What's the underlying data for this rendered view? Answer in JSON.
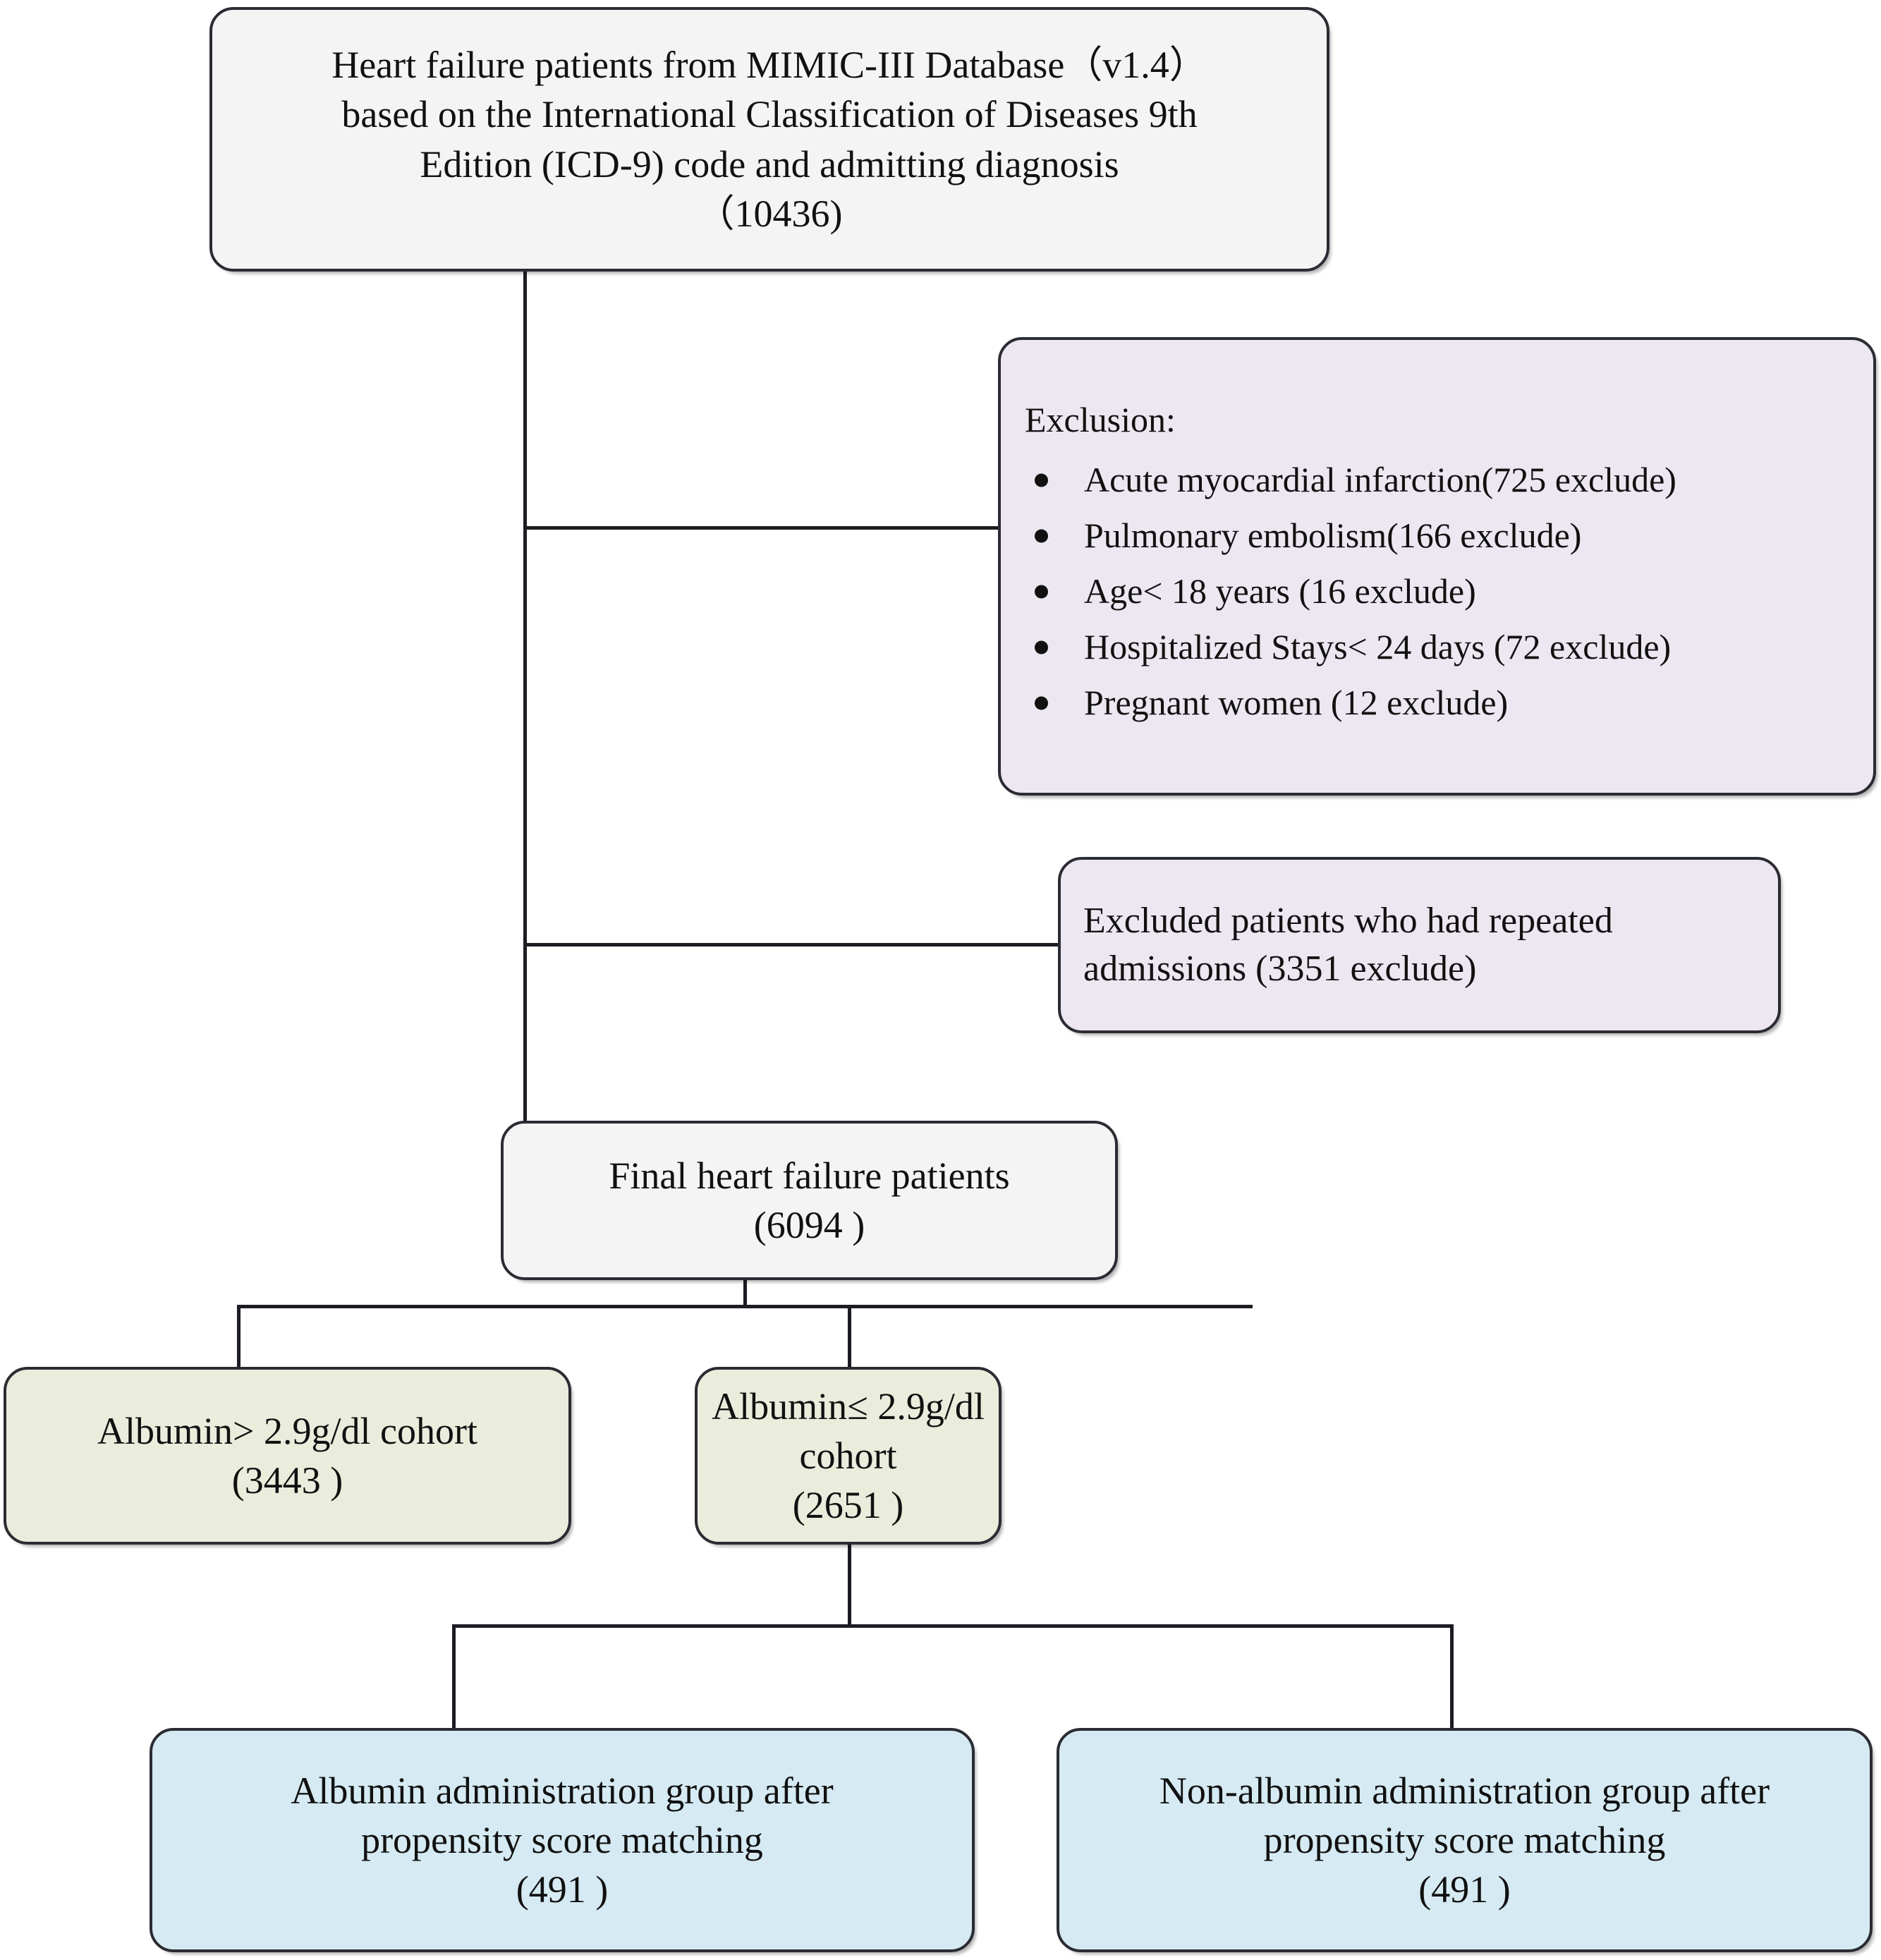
{
  "diagram": {
    "title": "Study participant selection flow diagram",
    "colors": {
      "source_box": "#f4f4f4",
      "exclusion_box": "#ece7f0",
      "cohort_box": "#eaeddc",
      "matched_box": "#d6eaf3",
      "border": "#2b2b33",
      "connector": "#1c1c22",
      "text": "#111111"
    }
  },
  "source": {
    "line1": "Heart failure patients from MIMIC-III Database（v1.4）",
    "line2": "based on the International Classification of Diseases 9th",
    "line3": "Edition (ICD-9) code and admitting diagnosis",
    "count": "（10436)"
  },
  "exclusion": {
    "title": "Exclusion:",
    "items": [
      "Acute myocardial infarction(725 exclude)",
      "Pulmonary embolism(166 exclude)",
      "Age< 18 years (16 exclude)",
      "Hospitalized Stays<  24 days (72 exclude)",
      "Pregnant women (12 exclude)"
    ]
  },
  "repeated_admissions": {
    "line1": "Excluded patients who had repeated",
    "line2": "admissions (3351 exclude)"
  },
  "final_cohort": {
    "label": "Final heart failure patients",
    "count": "(6094 )"
  },
  "cohorts": [
    {
      "label": "Albumin> 2.9g/dl cohort",
      "count": "(3443 )"
    },
    {
      "label": "Albumin≤ 2.9g/dl cohort",
      "count": "(2651 )"
    }
  ],
  "matched_groups": [
    {
      "line1": "Albumin administration group after",
      "line2": "propensity score matching",
      "count": "(491 )"
    },
    {
      "line1": "Non-albumin administration group after",
      "line2": "propensity score matching",
      "count": "(491 )"
    }
  ]
}
